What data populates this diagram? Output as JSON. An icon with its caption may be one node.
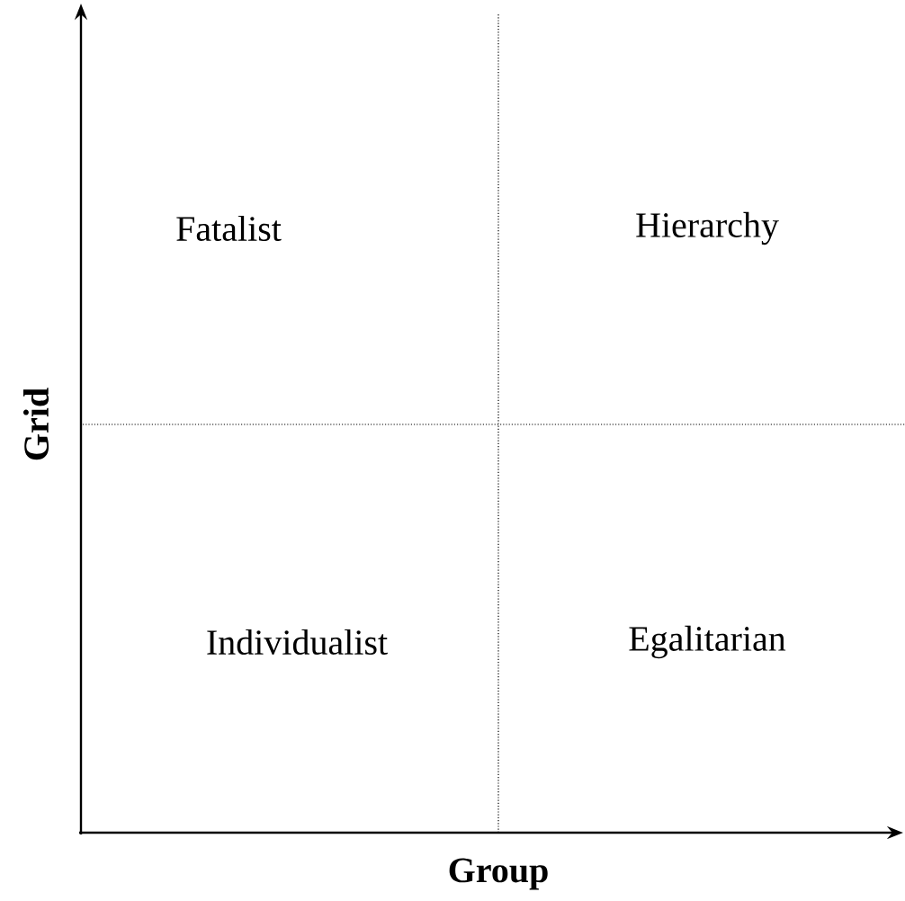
{
  "diagram": {
    "labels": [
      "Fatalist",
      "Hierarchy",
      "Grid",
      "Individualist",
      "Egalitarian",
      "Group"
    ]
  }
}
